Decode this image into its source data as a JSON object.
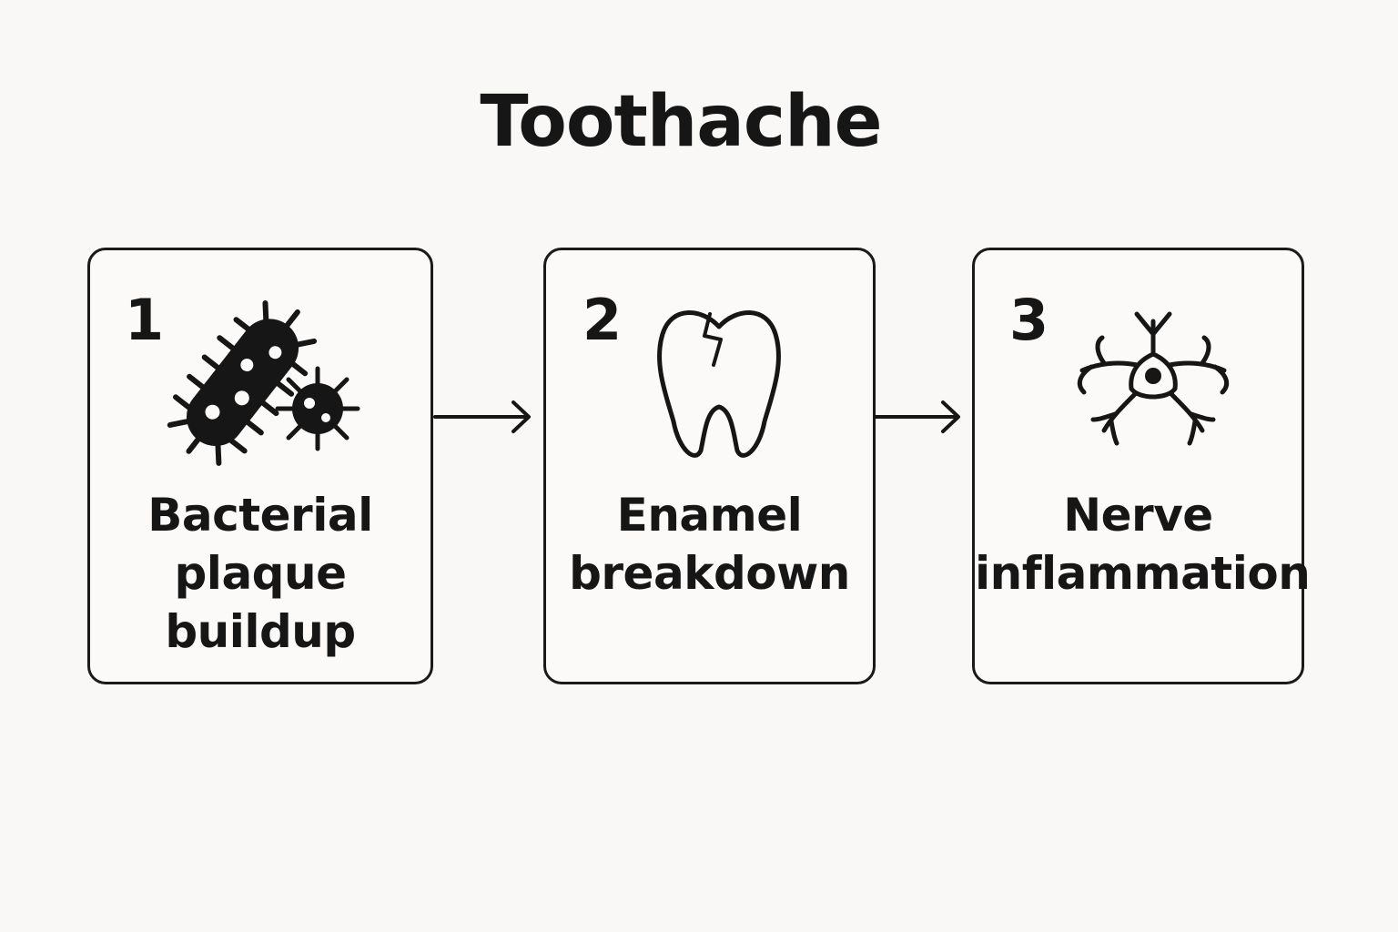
{
  "title": "Toothache",
  "steps": [
    {
      "number": "1",
      "label_lines": [
        "Bacterial",
        "plaque",
        "buildup"
      ],
      "icon": "bacteria-icon"
    },
    {
      "number": "2",
      "label_lines": [
        "Enamel",
        "breakdown"
      ],
      "icon": "cracked-tooth-icon"
    },
    {
      "number": "3",
      "label_lines": [
        "Nerve",
        "inflammation"
      ],
      "icon": "nerve-cell-icon"
    }
  ],
  "colors": {
    "background": "#f9f8f6",
    "ink": "#161616"
  }
}
